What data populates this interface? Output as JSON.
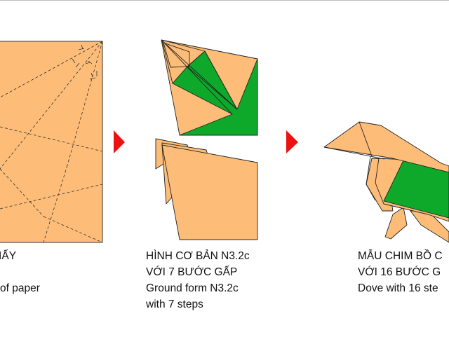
{
  "colors": {
    "paper": "#FDBD78",
    "green": "#0EA92A",
    "arrow": "#EE1111",
    "line": "#333333"
  },
  "captions": {
    "left": {
      "vi_line1": "GIẤY",
      "en_line1": "of paper"
    },
    "middle": {
      "vi_line1": "HÌNH CƠ BẢN N3.2c",
      "vi_line2": "VỚI 7 BƯỚC GẤP",
      "en_line1": "Ground form N3.2c",
      "en_line2": "with 7 steps"
    },
    "right": {
      "vi_line1": "MẪU CHIM BỒ C",
      "vi_line2": "VỚI 16 BƯỚC G",
      "en_line1": "Dove with 16 ste"
    }
  }
}
